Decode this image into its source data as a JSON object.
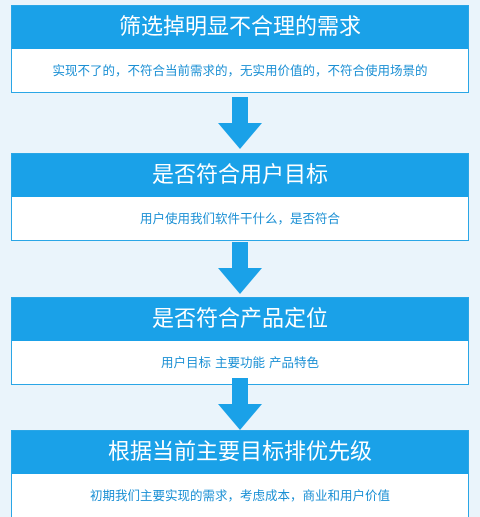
{
  "steps": [
    {
      "title": "筛选掉明显不合理的需求",
      "desc": "实现不了的，不符合当前需求的，无实用价值的，不符合使用场景的"
    },
    {
      "title": "是否符合用户目标",
      "desc": "用户使用我们软件干什么，是否符合"
    },
    {
      "title": "是否符合产品定位",
      "desc": "用户目标 主要功能 产品特色"
    },
    {
      "title": "根据当前主要目标排优先级",
      "desc": "初期我们主要实现的需求，考虑成本，商业和用户价值"
    }
  ],
  "colors": {
    "header_bg": "#1aa1e8",
    "border": "#2aa6e6",
    "arrow": "#1aa1e8",
    "desc_text": "#1a8fd4",
    "page_bg": "#eaf4fb"
  }
}
